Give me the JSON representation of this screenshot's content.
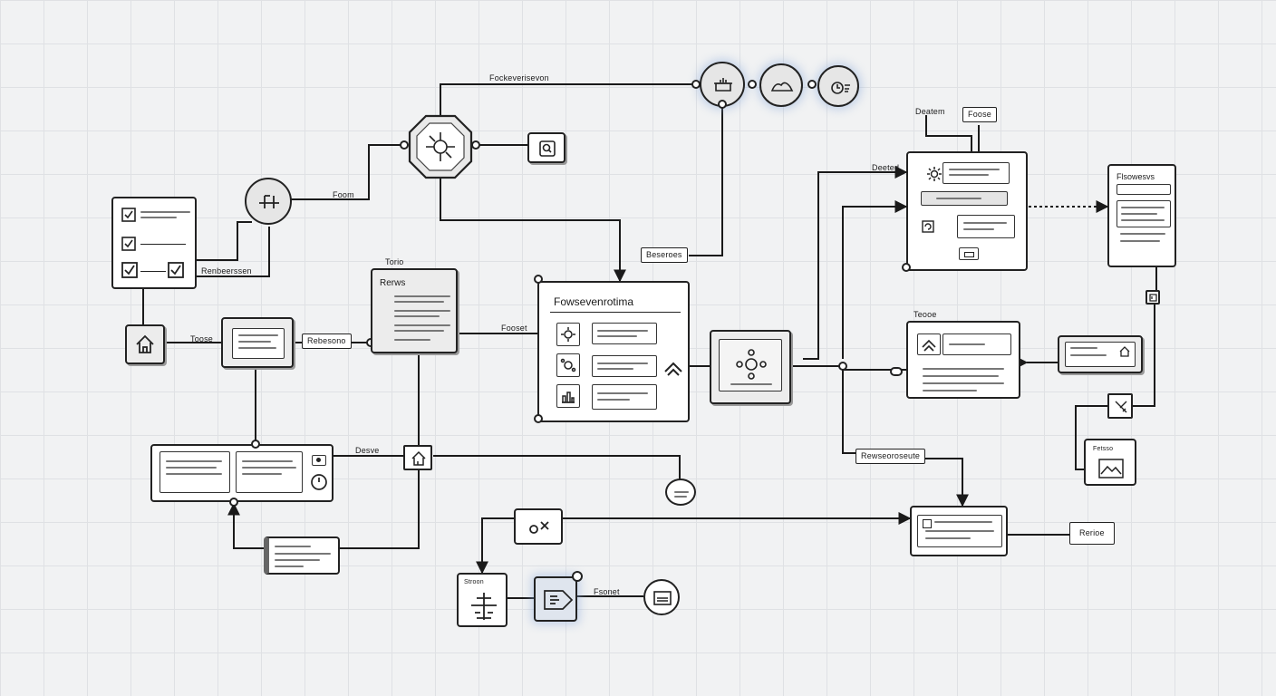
{
  "labels": {
    "top_connector": "Fockeverisevon",
    "left_link": "Foom",
    "checklist_link": "Renbeerssen",
    "home_link": "Toose",
    "middle_link": "Rebesono",
    "doc_panel_title": "Rerws",
    "doc_panel_link": "Fooset",
    "status_tag": "Beseroes",
    "main_panel_title": "Fowsevenrotima",
    "top_right_tag": "Deatem",
    "top_right_tag2": "Foose",
    "right_link": "Deeted",
    "far_right_title": "Flsowesvs",
    "mid_right_title": "Teooe",
    "lower_right_tag": "Rewseoroseute",
    "bottom_right_tag": "Rerioe",
    "lower_left_link": "Desve",
    "bottom_node_title": "Fsonet"
  },
  "colors": {
    "line": "#1a1a1a",
    "grid": "#dfe1e4",
    "panel_shade": "#ececec"
  },
  "icons": [
    "checkbox-icon",
    "home-icon",
    "gear-icon",
    "network-hub-icon",
    "chart-icon",
    "chevron-up-icon",
    "clock-icon",
    "image-icon",
    "arrow-tag-icon",
    "calculator-icon"
  ]
}
